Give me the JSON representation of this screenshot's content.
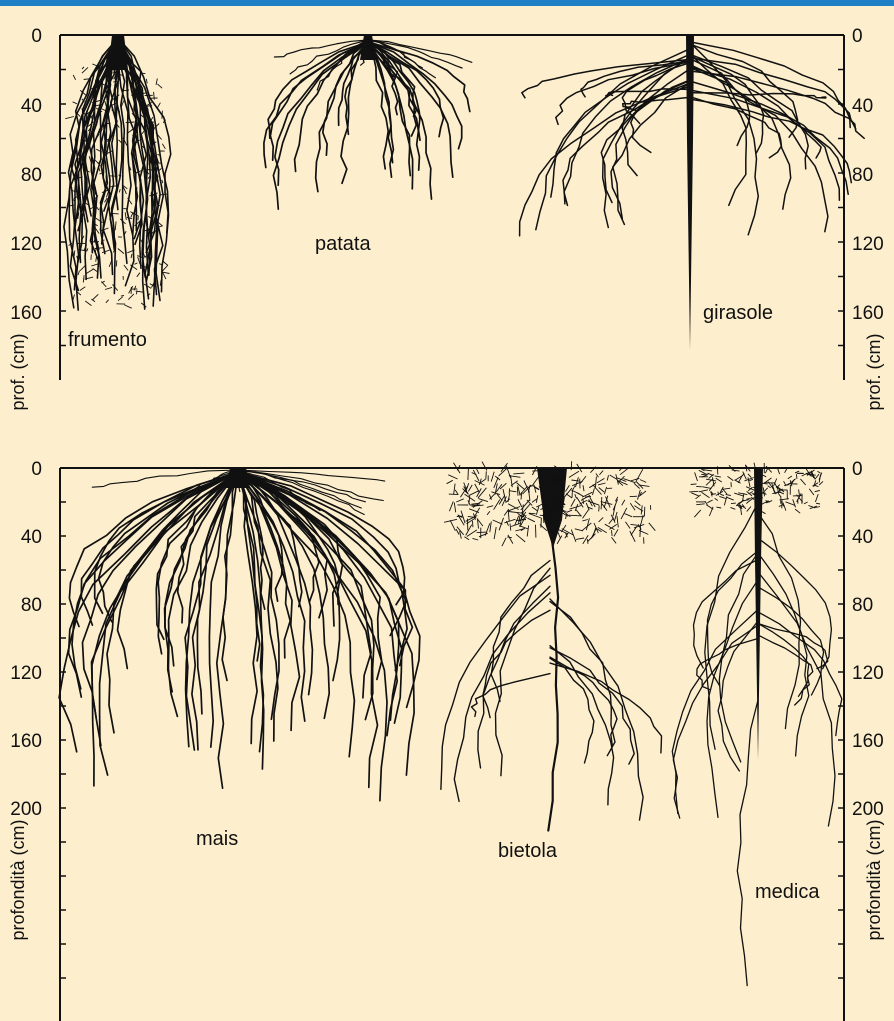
{
  "colors": {
    "background": "#fdefcd",
    "top_bar": "#1f7fc4",
    "roots": "#111111"
  },
  "upper_panel": {
    "axis_title": "prof. (cm)",
    "ticks": [
      "0",
      "40",
      "80",
      "120",
      "160"
    ],
    "tick_values": [
      0,
      40,
      80,
      120,
      160
    ],
    "y_range": [
      0,
      195
    ],
    "plants": [
      {
        "label": "frumento",
        "max_depth_cm": 160
      },
      {
        "label": "patata",
        "max_depth_cm": 100
      },
      {
        "label": "girasole",
        "max_depth_cm": 185
      }
    ]
  },
  "lower_panel": {
    "axis_title_left": "profondità (cm)",
    "axis_title_right": "profondità (cm)",
    "ticks": [
      "0",
      "40",
      "80",
      "120",
      "160",
      "200"
    ],
    "tick_values": [
      0,
      40,
      80,
      120,
      160,
      200
    ],
    "y_range": [
      0,
      300
    ],
    "plants": [
      {
        "label": "mais",
        "max_depth_cm": 195
      },
      {
        "label": "bietola",
        "max_depth_cm": 210
      },
      {
        "label": "medica",
        "max_depth_cm": 295
      }
    ]
  }
}
